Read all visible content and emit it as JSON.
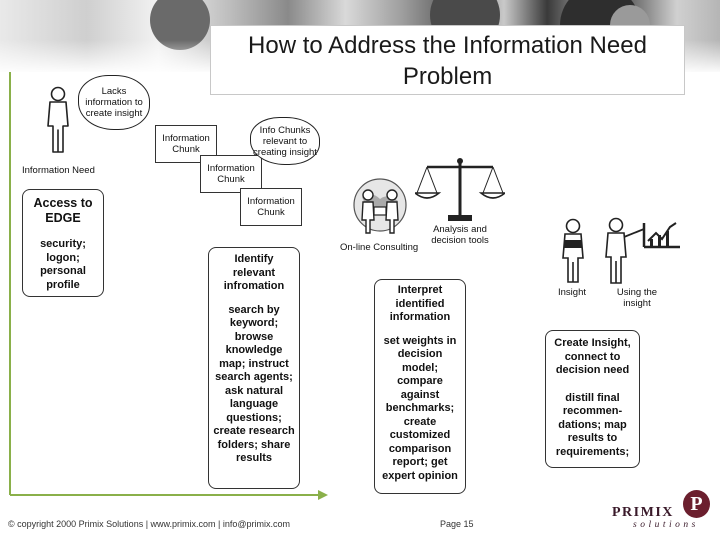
{
  "title": "How to Address the Information Need Problem",
  "cloud_lacks": "Lacks information to create insight",
  "cloud_chunks": "Info Chunks relevant to creating insight",
  "chunk_labels": [
    "Information Chunk",
    "Information Chunk",
    "Information Chunk"
  ],
  "information_need": "Information Need",
  "online_consulting": "On-line Consulting",
  "analysis_tools": "Analysis and decision tools",
  "insight": "Insight",
  "using_insight": "Using the insight",
  "box_access": {
    "heading": "Access to EDGE",
    "body": "security; logon; personal profile"
  },
  "box_identify": {
    "heading": "Identify relevant infromation",
    "body": "search by keyword; browse knowledge map; instruct search agents; ask natural language questions; create research folders; share results"
  },
  "box_interpret": {
    "heading": "Interpret identified information",
    "body": "set weights in decision model; compare against benchmarks; create customized comparison report; get expert opinion"
  },
  "box_create": {
    "heading": "Create Insight, connect to decision need",
    "body": "distill final recommen- dations; map results to requirements;"
  },
  "footer": {
    "copyright": "© copyright 2000 Primix Solutions | www.primix.com | info@primix.com",
    "page": "Page 15"
  },
  "logo": {
    "word": "PRIMIX",
    "sub": "solutions",
    "badge": "P"
  },
  "colors": {
    "arrow_green": "#8ab04a",
    "logo_maroon": "#6b1f2e"
  }
}
